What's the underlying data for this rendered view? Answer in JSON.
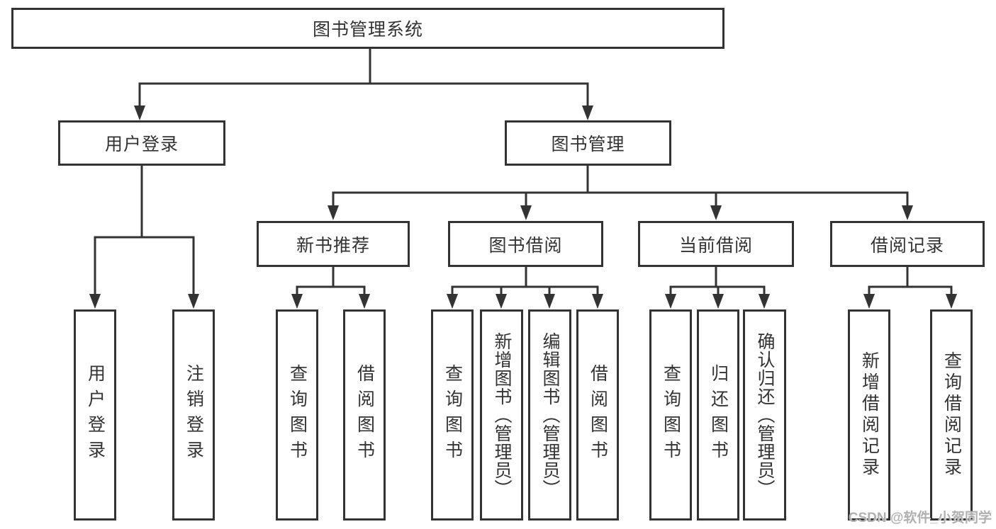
{
  "diagram": {
    "root": {
      "label": "图书管理系统"
    },
    "level2": [
      {
        "label": "用户登录"
      },
      {
        "label": "图书管理"
      }
    ],
    "level3": [
      {
        "label": "新书推荐"
      },
      {
        "label": "图书借阅"
      },
      {
        "label": "当前借阅"
      },
      {
        "label": "借阅记录"
      }
    ],
    "leaves": [
      {
        "label": "用户登录",
        "parent": "用户登录"
      },
      {
        "label": "注销登录",
        "parent": "用户登录"
      },
      {
        "label": "查询图书",
        "parent": "新书推荐"
      },
      {
        "label": "借阅图书",
        "parent": "新书推荐"
      },
      {
        "label": "查询图书",
        "parent": "图书借阅"
      },
      {
        "label": "新增图书（管理员）",
        "parent": "图书借阅"
      },
      {
        "label": "编辑图书（管理员）",
        "parent": "图书借阅"
      },
      {
        "label": "借阅图书",
        "parent": "图书借阅"
      },
      {
        "label": "查询图书",
        "parent": "当前借阅"
      },
      {
        "label": "归还图书",
        "parent": "当前借阅"
      },
      {
        "label": "确认归还（管理员）",
        "parent": "当前借阅"
      },
      {
        "label": "新增借阅记录",
        "parent": "借阅记录"
      },
      {
        "label": "查询借阅记录",
        "parent": "借阅记录"
      }
    ],
    "watermark": {
      "text": "CSDN @软件_小贺同学",
      "color": "#b0b0b0"
    },
    "colors": {
      "line": "#333333",
      "box_border": "#333333",
      "text": "#333333",
      "background": "#ffffff"
    }
  }
}
